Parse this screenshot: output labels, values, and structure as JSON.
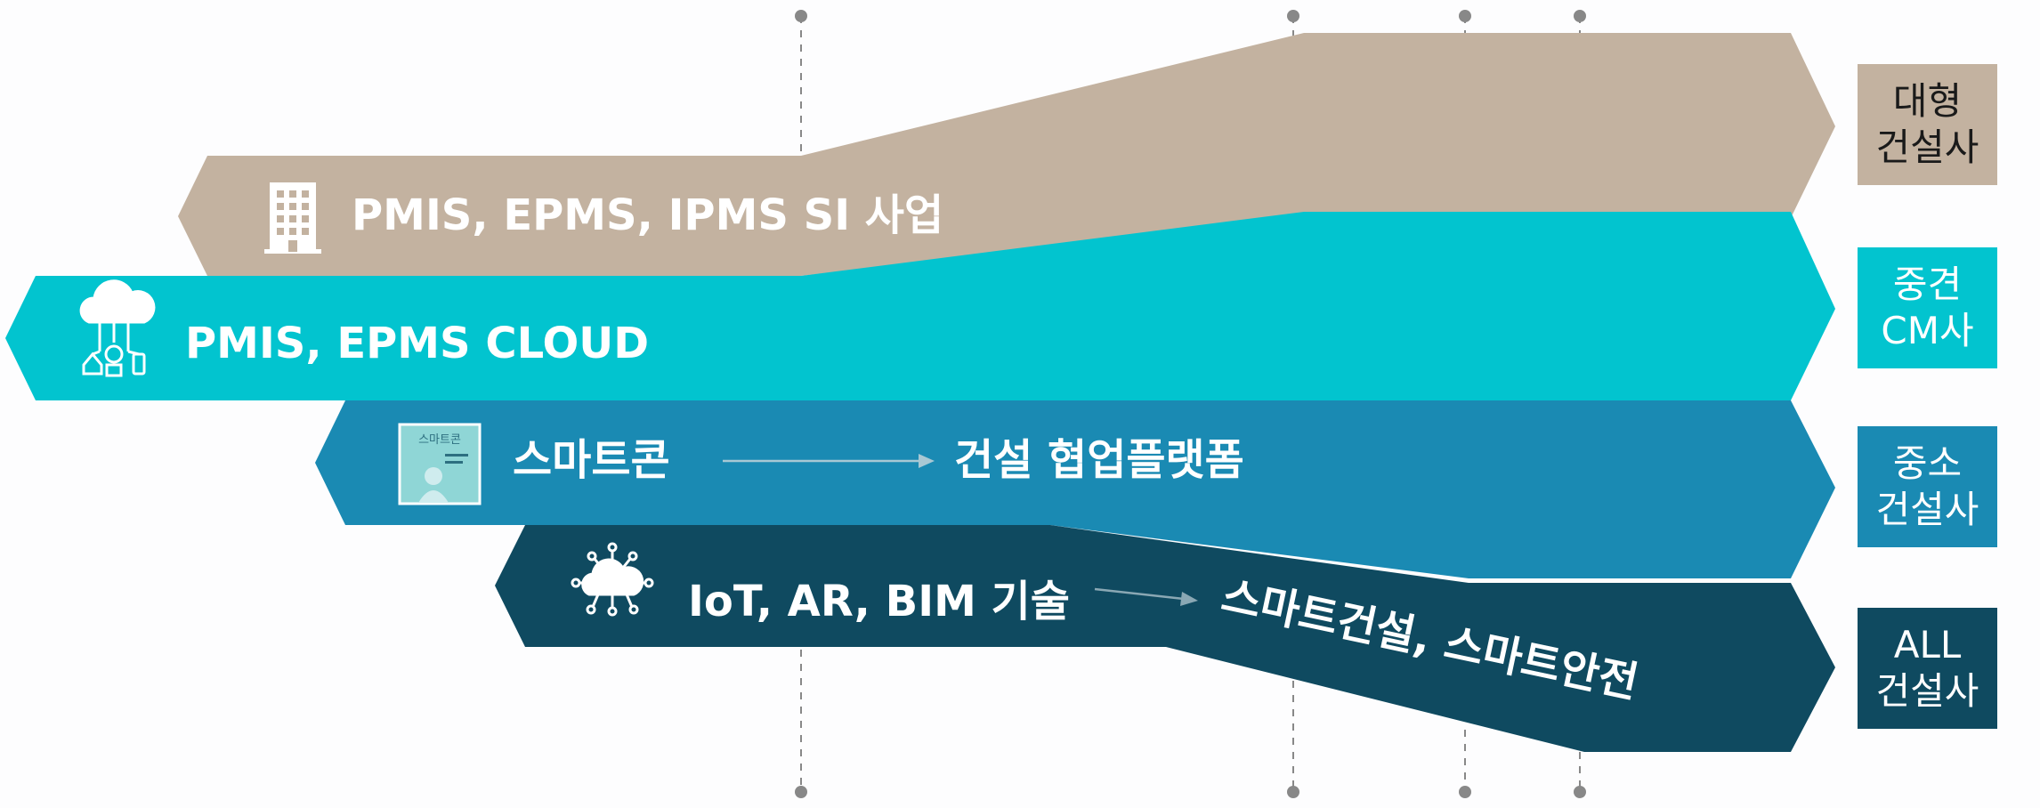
{
  "bands": {
    "large": {
      "text": "PMIS, EPMS, IPMS  SI 사업",
      "color": "#c3b2a0"
    },
    "mid": {
      "text": "PMIS, EPMS CLOUD",
      "color": "#02c4cf"
    },
    "small": {
      "from": "스마트콘",
      "to": "건설 협업플랫폼",
      "color": "#1a8ab3"
    },
    "all": {
      "from": "IoT, AR, BIM 기술",
      "to": "스마트건설, 스마트안전",
      "color": "#0f4a60"
    }
  },
  "thumbnail": {
    "title": "스마트콘"
  },
  "labels": {
    "large": {
      "line1": "대형",
      "line2": "건설사"
    },
    "mid": {
      "line1": "중견",
      "line2": "CM사"
    },
    "small": {
      "line1": "중소",
      "line2": "건설사"
    },
    "all": {
      "line1": "ALL",
      "line2": "건설사"
    }
  },
  "icons": [
    "building-icon",
    "cloud-network-icon",
    "smartcon-thumbnail",
    "cloud-circuit-icon",
    "arrow-right-icon"
  ]
}
